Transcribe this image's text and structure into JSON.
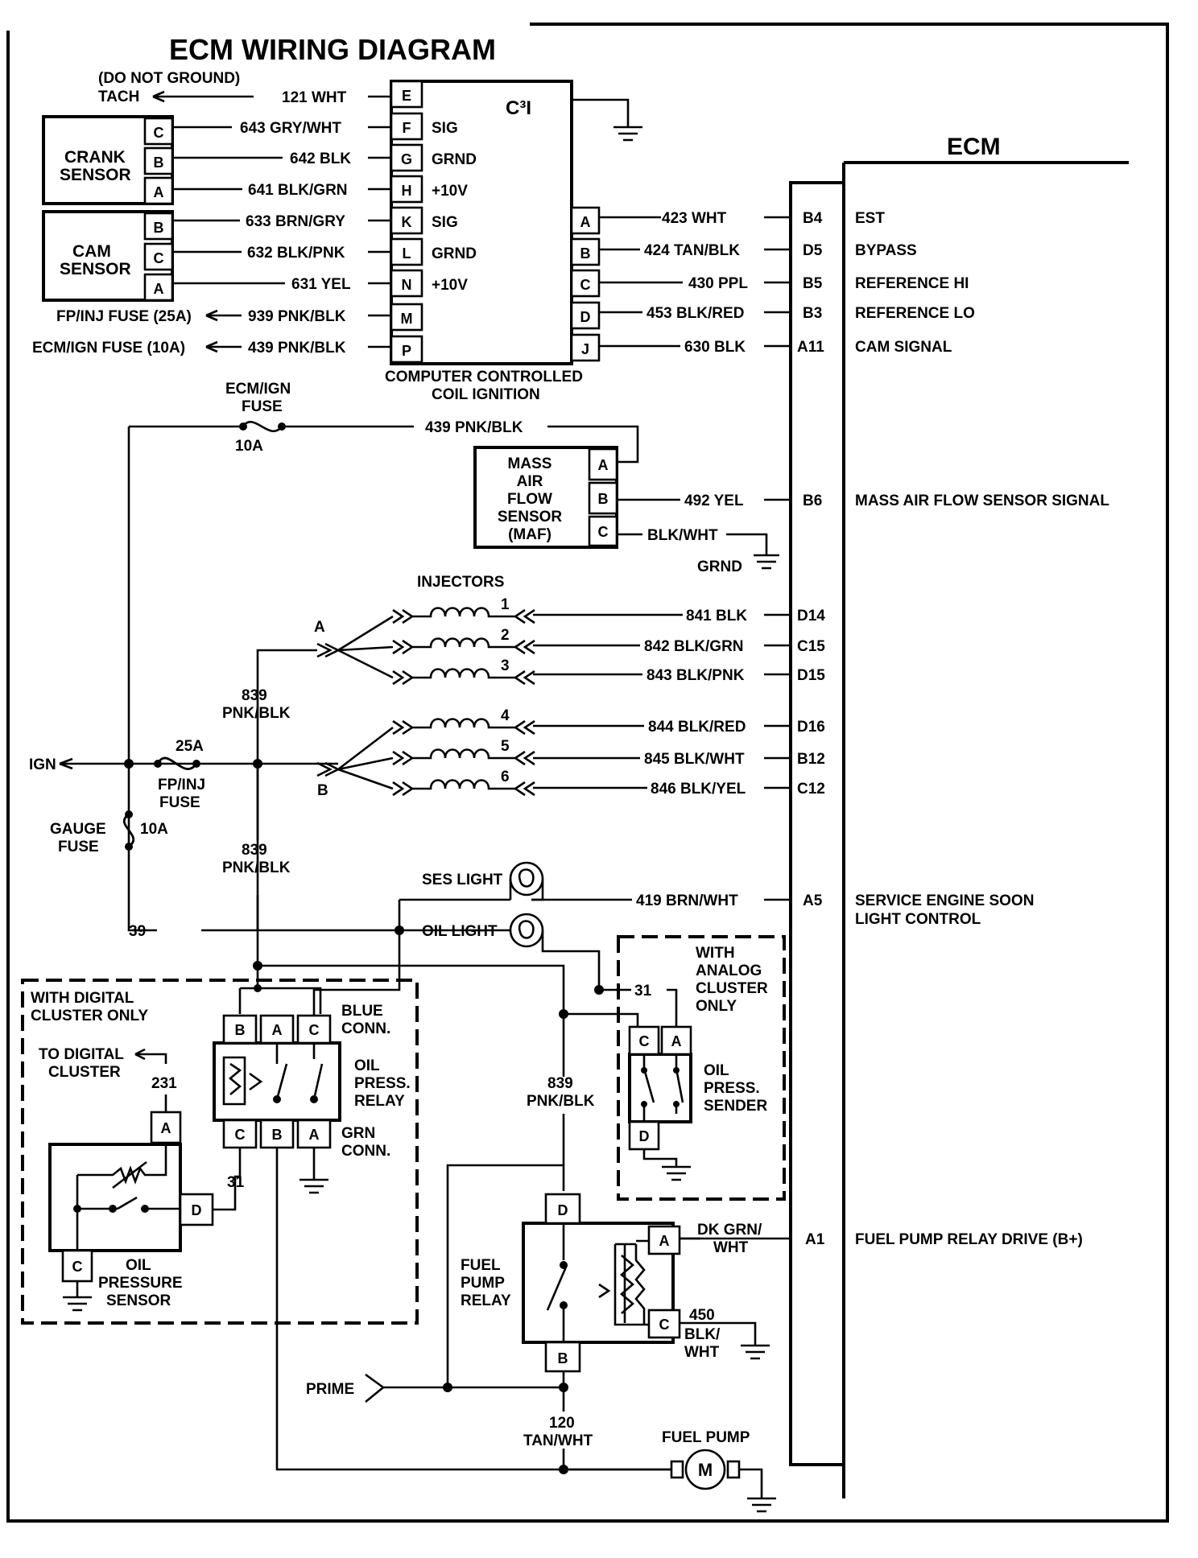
{
  "title": "ECM WIRING DIAGRAM",
  "ecm": {
    "label": "ECM",
    "terminals": [
      {
        "pin": "B4",
        "wire": "423 WHT",
        "fn": "EST"
      },
      {
        "pin": "D5",
        "wire": "424 TAN/BLK",
        "fn": "BYPASS"
      },
      {
        "pin": "B5",
        "wire": "430 PPL",
        "fn": "REFERENCE HI"
      },
      {
        "pin": "B3",
        "wire": "453 BLK/RED",
        "fn": "REFERENCE LO"
      },
      {
        "pin": "A11",
        "wire": "630 BLK",
        "fn": "CAM SIGNAL"
      },
      {
        "pin": "B6",
        "wire": "492 YEL",
        "fn": "MASS AIR FLOW SENSOR SIGNAL"
      },
      {
        "pin": "D14",
        "wire": "841 BLK"
      },
      {
        "pin": "C15",
        "wire": "842 BLK/GRN"
      },
      {
        "pin": "D15",
        "wire": "843 BLK/PNK"
      },
      {
        "pin": "D16",
        "wire": "844 BLK/RED"
      },
      {
        "pin": "B12",
        "wire": "845 BLK/WHT"
      },
      {
        "pin": "C12",
        "wire": "846 BLK/YEL"
      },
      {
        "pin": "A5",
        "wire": "419 BRN/WHT",
        "fn1": "SERVICE ENGINE SOON",
        "fn2": "LIGHT CONTROL"
      },
      {
        "pin": "A1",
        "wire1": "DK GRN/",
        "wire2": "WHT",
        "fn": "FUEL PUMP RELAY DRIVE (B+)"
      }
    ]
  },
  "c3i": {
    "label": "C³I",
    "caption1": "COMPUTER CONTROLLED",
    "caption2": "COIL IGNITION",
    "left": [
      {
        "pin": "E",
        "wire": "121 WHT"
      },
      {
        "pin": "F",
        "wire": "643 GRY/WHT",
        "fn": "SIG"
      },
      {
        "pin": "G",
        "wire": "642 BLK",
        "fn": "GRND"
      },
      {
        "pin": "H",
        "wire": "641 BLK/GRN",
        "fn": "+10V"
      },
      {
        "pin": "K",
        "wire": "633 BRN/GRY",
        "fn": "SIG"
      },
      {
        "pin": "L",
        "wire": "632 BLK/PNK",
        "fn": "GRND"
      },
      {
        "pin": "N",
        "wire": "631 YEL",
        "fn": "+10V"
      },
      {
        "pin": "M",
        "wire": "939 PNK/BLK"
      },
      {
        "pin": "P",
        "wire": "439 PNK/BLK"
      }
    ],
    "right_pins": [
      "A",
      "B",
      "C",
      "D",
      "J"
    ]
  },
  "tach": {
    "note": "(DO NOT GROUND)",
    "label": "TACH"
  },
  "crank_sensor": {
    "line1": "CRANK",
    "line2": "SENSOR",
    "pins": [
      "C",
      "B",
      "A"
    ]
  },
  "cam_sensor": {
    "line1": "CAM",
    "line2": "SENSOR",
    "pins": [
      "B",
      "C",
      "A"
    ]
  },
  "fp_inj_fuse_25a": "FP/INJ FUSE (25A)",
  "ecm_ign_fuse_10a": "ECM/IGN FUSE (10A)",
  "ecm_ign_fuse": {
    "line1": "ECM/IGN",
    "line2": "FUSE",
    "rating": "10A",
    "wire": "439 PNK/BLK"
  },
  "maf": {
    "lines": [
      "MASS",
      "AIR",
      "FLOW",
      "SENSOR",
      "(MAF)"
    ],
    "pins": [
      "A",
      "B",
      "C"
    ],
    "ground_wire": "BLK/WHT",
    "ground_label": "GRND"
  },
  "injectors": {
    "label": "INJECTORS",
    "numbers": [
      "1",
      "2",
      "3",
      "4",
      "5",
      "6"
    ],
    "bank_a": "A",
    "bank_b": "B"
  },
  "ign_label": "IGN",
  "fp_inj_fuse": {
    "rating": "25A",
    "line1": "FP/INJ",
    "line2": "FUSE"
  },
  "gauge_fuse": {
    "line1": "GAUGE",
    "line2": "FUSE",
    "rating": "10A"
  },
  "wire_839": {
    "num": "839",
    "color": "PNK/BLK"
  },
  "ses_light": "SES LIGHT",
  "oil_light": "OIL LIGHT",
  "wire_39": "39",
  "wire_31": "31",
  "wire_231": "231",
  "digital_cluster": {
    "line1": "WITH DIGITAL",
    "line2": "CLUSTER ONLY",
    "to1": "TO DIGITAL",
    "to2": "CLUSTER"
  },
  "analog_cluster": {
    "line1": "WITH",
    "line2": "ANALOG",
    "line3": "CLUSTER",
    "line4": "ONLY"
  },
  "oil_press_relay": {
    "top_pins": [
      "B",
      "A",
      "C"
    ],
    "bottom_pins": [
      "C",
      "B",
      "A"
    ],
    "blue1": "BLUE",
    "blue2": "CONN.",
    "l1": "OIL",
    "l2": "PRESS.",
    "l3": "RELAY",
    "grn1": "GRN",
    "grn2": "CONN."
  },
  "oil_pressure_sensor": {
    "pins": [
      "A",
      "D",
      "C"
    ],
    "l1": "OIL",
    "l2": "PRESSURE",
    "l3": "SENSOR"
  },
  "oil_press_sender": {
    "pins": [
      "C",
      "A",
      "D"
    ],
    "l1": "OIL",
    "l2": "PRESS.",
    "l3": "SENDER"
  },
  "fuel_pump_relay": {
    "pins": [
      "D",
      "A",
      "C",
      "B"
    ],
    "l1": "FUEL",
    "l2": "PUMP",
    "l3": "RELAY",
    "w450": "450",
    "blk": "BLK/",
    "wht": "WHT"
  },
  "prime": "PRIME",
  "wire_120": {
    "num": "120",
    "color": "TAN/WHT"
  },
  "fuel_pump": {
    "label": "FUEL PUMP",
    "symbol": "M"
  }
}
